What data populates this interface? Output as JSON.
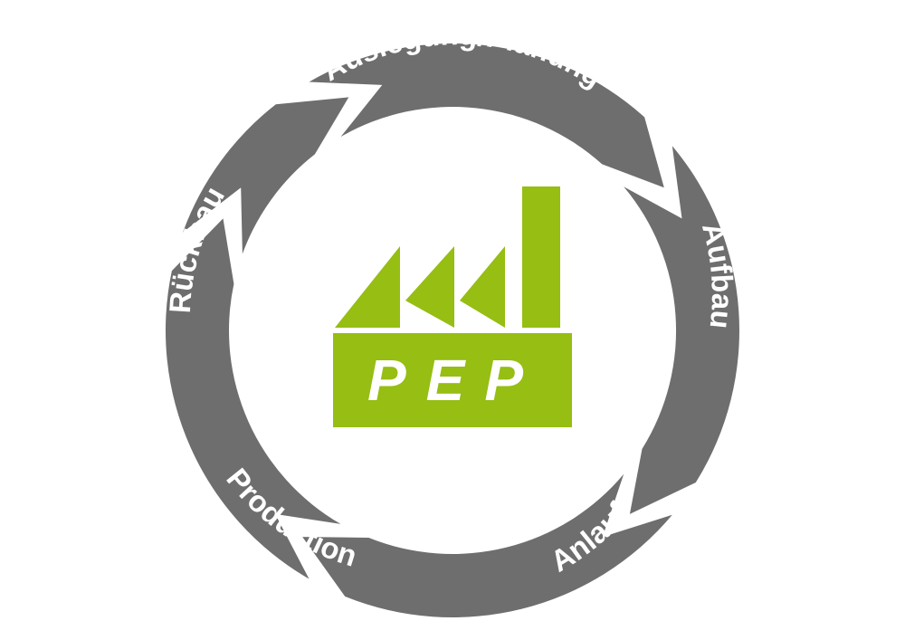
{
  "diagram": {
    "segments": [
      {
        "id": "planung",
        "label": "Auslegung/Planung"
      },
      {
        "id": "aufbau",
        "label": "Aufbau"
      },
      {
        "id": "anlauf",
        "label": "Anlauf"
      },
      {
        "id": "produktion",
        "label": "Produktion"
      },
      {
        "id": "rueckbau",
        "label": "Rückbau"
      }
    ],
    "center_label": "PEP",
    "colors": {
      "ring": "#6e6e6e",
      "factory": "#96be13",
      "background": "#ffffff",
      "text": "#ffffff"
    }
  }
}
